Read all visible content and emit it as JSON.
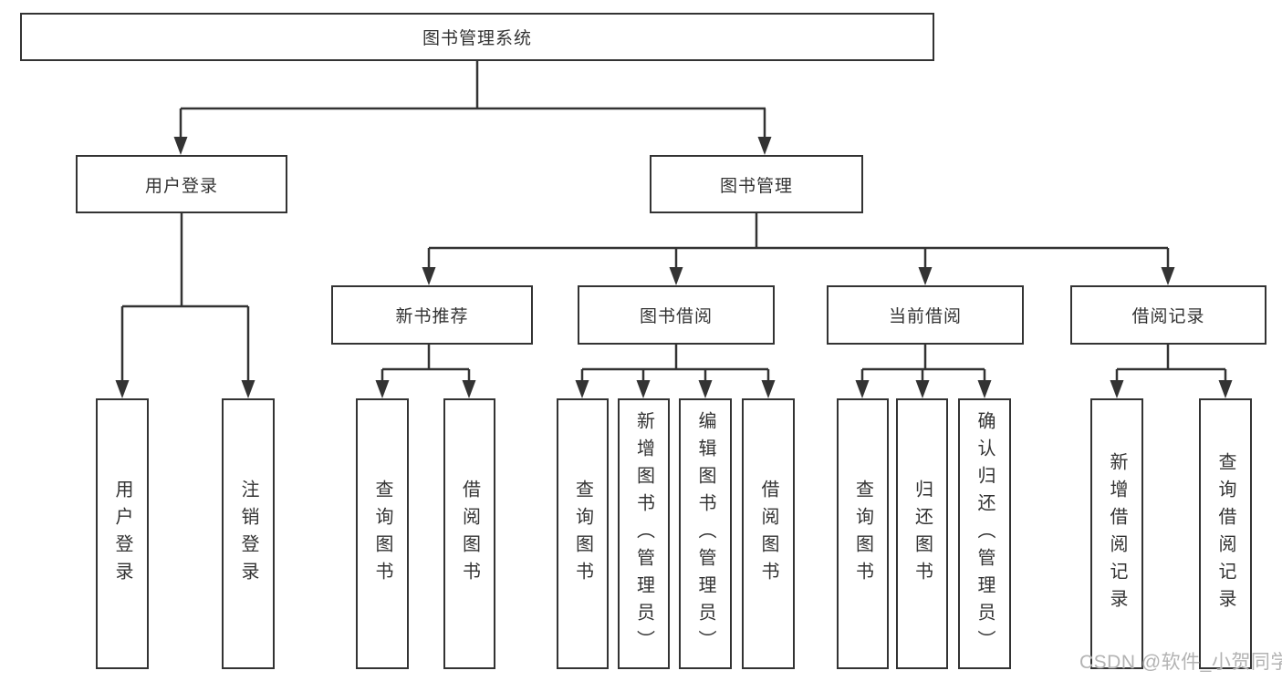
{
  "diagram": {
    "title": "图书管理系统",
    "nodes": {
      "root": {
        "label": "图书管理系统"
      },
      "user_login": {
        "label": "用户登录"
      },
      "book_mgmt": {
        "label": "图书管理"
      },
      "login": {
        "label": "用户登录"
      },
      "logout": {
        "label": "注销登录"
      },
      "new_book_rec": {
        "label": "新书推荐"
      },
      "book_borrow": {
        "label": "图书借阅"
      },
      "current_borrow": {
        "label": "当前借阅"
      },
      "borrow_records": {
        "label": "借阅记录"
      },
      "nbr_query": {
        "label": "查询图书"
      },
      "nbr_borrow": {
        "label": "借阅图书"
      },
      "bb_query": {
        "label": "查询图书"
      },
      "bb_add": {
        "label": "新增图书（管理员）"
      },
      "bb_edit": {
        "label": "编辑图书（管理员）"
      },
      "bb_borrow": {
        "label": "借阅图书"
      },
      "cb_query": {
        "label": "查询图书"
      },
      "cb_return": {
        "label": "归还图书"
      },
      "cb_confirm": {
        "label": "确认归还（管理员）"
      },
      "br_add": {
        "label": "新增借阅记录"
      },
      "br_query": {
        "label": "查询借阅记录"
      }
    },
    "colors": {
      "line": "#333333",
      "box_border": "#333333",
      "text": "#333333",
      "background": "#ffffff",
      "watermark": "#b3b3b3"
    },
    "watermark": "CSDN @软件_小贺同学"
  }
}
